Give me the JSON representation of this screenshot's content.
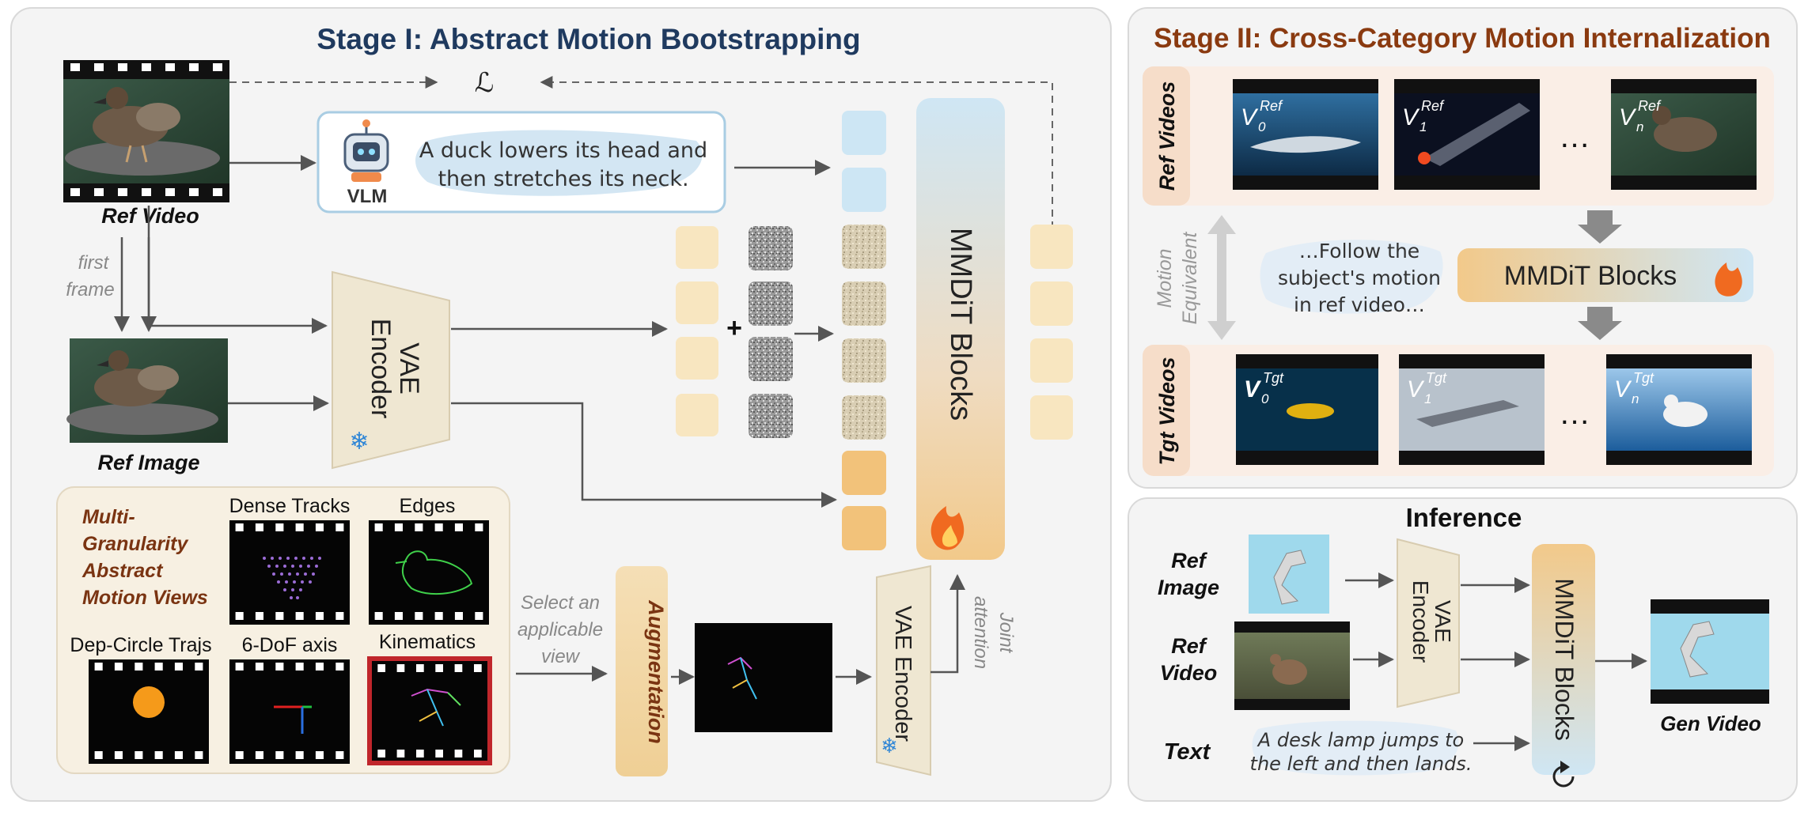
{
  "stage1": {
    "title": "Stage I: Abstract Motion Bootstrapping",
    "loss_symbol": "ℒ",
    "ref_video_label": "Ref Video",
    "ref_image_label": "Ref Image",
    "first_frame_line1": "first",
    "first_frame_line2": "frame",
    "vlm_label": "VLM",
    "caption_line1": "A duck lowers its head and",
    "caption_line2": "then stretches its neck.",
    "vae_encoder_line1": "VAE",
    "vae_encoder_line2": "Encoder",
    "plus_symbol": "+",
    "mmdit_label": "MMDiT Blocks",
    "views_title_lines": [
      "Multi-",
      "Granularity",
      "Abstract",
      "Motion Views"
    ],
    "view_labels": {
      "dense_tracks": "Dense Tracks",
      "edges": "Edges",
      "dep_circle": "Dep-Circle Trajs",
      "sixdof": "6-DoF axis",
      "kinematics": "Kinematics"
    },
    "select_lines": [
      "Select an",
      "applicable",
      "view"
    ],
    "augmentation_label": "Augmentation",
    "vae_encoder2_label": "VAE Encoder",
    "joint_line1": "Joint",
    "joint_line2": "attention"
  },
  "stage2": {
    "title": "Stage II: Cross-Category Motion Internalization",
    "ref_videos_label": "Ref Videos",
    "tgt_videos_label": "Tgt Videos",
    "ref_sub": "Ref",
    "tgt_sub": "Tgt",
    "v": "V",
    "idx": [
      "0",
      "1",
      "n"
    ],
    "ellipsis": "…",
    "motion_line1": "Motion",
    "motion_line2": "Equivalent",
    "follow_lines": [
      "…Follow the",
      "subject's motion",
      "in ref video…"
    ],
    "mmdit_label": "MMDiT Blocks"
  },
  "inference": {
    "title": "Inference",
    "ref_image_lines": [
      "Ref",
      "Image"
    ],
    "ref_video_lines": [
      "Ref",
      "Video"
    ],
    "text_label": "Text",
    "vae_line1": "VAE",
    "vae_line2": "Encoder",
    "mmdit_label": "MMDiT Blocks",
    "prompt_line1": "A desk lamp jumps to",
    "prompt_line2": "the left and then lands.",
    "gen_video_label": "Gen Video"
  },
  "colors": {
    "stage1_title": "#1f3a5f",
    "stage2_title": "#8a3a10",
    "views_title": "#7a3412",
    "panel_bg": "#f4f4f4",
    "panel_border": "#d6d6d6",
    "token_yellow": "#f8e6c0",
    "token_orange": "#f2c27a",
    "token_blue": "#cde6f4",
    "vae_fill": "#efe7d2",
    "kinematics_border": "#c0262b"
  },
  "icons": [
    "robot-icon",
    "snowflake-icon",
    "fire-icon",
    "refresh-icon"
  ]
}
